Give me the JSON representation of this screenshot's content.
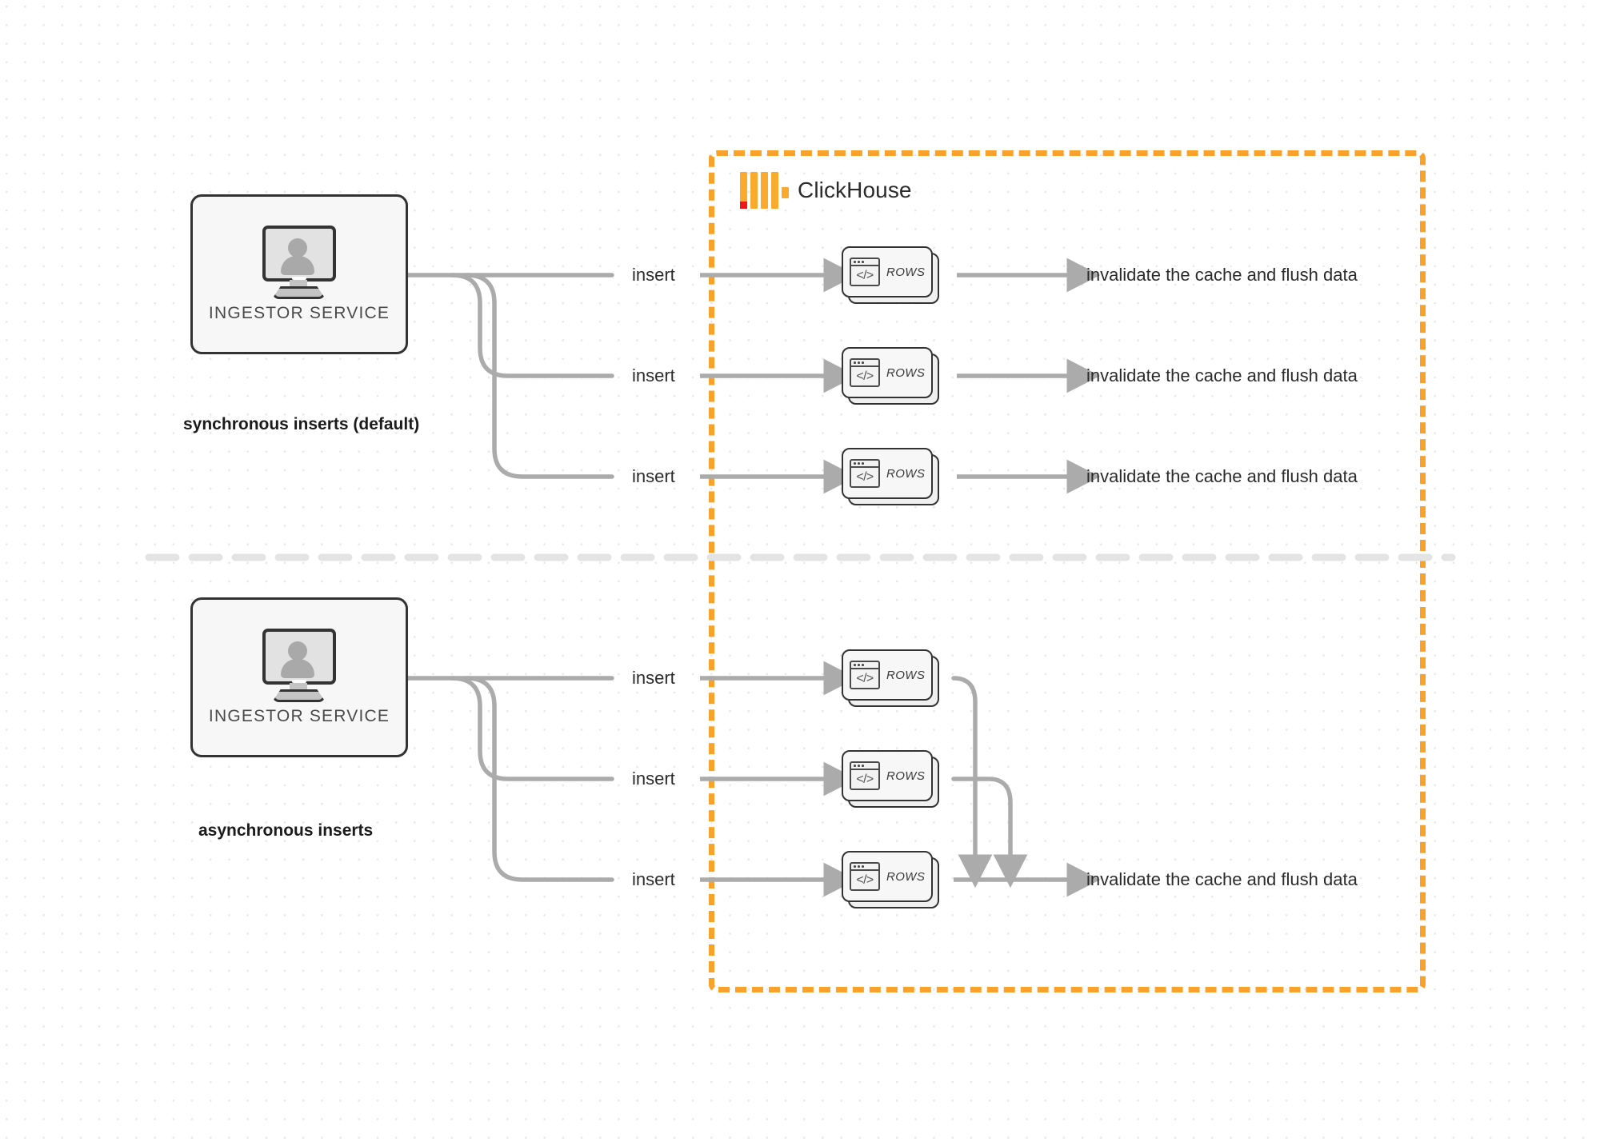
{
  "diagram": {
    "title": "ClickHouse synchronous vs asynchronous inserts",
    "background": "dot-grid",
    "accent_color": "#F9A22B",
    "wire_color": "#ababab",
    "divider_color": "#e4e4e4"
  },
  "clickhouse": {
    "name": "ClickHouse",
    "logo_colors": {
      "bars": "#FAAB2D",
      "accent": "#F01717"
    },
    "boundary_style": "orange-dashed"
  },
  "sections": [
    {
      "id": "synchronous",
      "caption": "synchronous inserts (default)",
      "service": {
        "label": "INGESTOR SERVICE",
        "icon": "monitor-user-icon"
      },
      "edges": [
        {
          "insert_label": "insert",
          "rows_label": "ROWS",
          "result_label": "invalidate the cache and flush data"
        },
        {
          "insert_label": "insert",
          "rows_label": "ROWS",
          "result_label": "invalidate the cache and flush data"
        },
        {
          "insert_label": "insert",
          "rows_label": "ROWS",
          "result_label": "invalidate the cache and flush data"
        }
      ]
    },
    {
      "id": "asynchronous",
      "caption": "asynchronous inserts",
      "service": {
        "label": "INGESTOR SERVICE",
        "icon": "monitor-user-icon"
      },
      "edges": [
        {
          "insert_label": "insert",
          "rows_label": "ROWS"
        },
        {
          "insert_label": "insert",
          "rows_label": "ROWS"
        },
        {
          "insert_label": "insert",
          "rows_label": "ROWS"
        }
      ],
      "merged_result_label": "invalidate the cache and flush data"
    }
  ]
}
